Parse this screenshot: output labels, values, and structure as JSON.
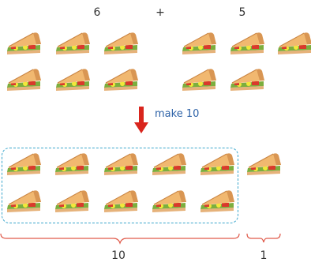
{
  "top": {
    "left_count": "6",
    "operator": "+",
    "right_count": "5"
  },
  "instruction": {
    "text": "make 10",
    "color": "#2e63a8",
    "arrow_color": "#d9251d"
  },
  "bottom": {
    "group_label": "10",
    "remainder_label": "1"
  },
  "item_icon": "sandwich-icon",
  "colors": {
    "dashed_box": "#3aa6cc",
    "brace": "#e05a4a"
  }
}
